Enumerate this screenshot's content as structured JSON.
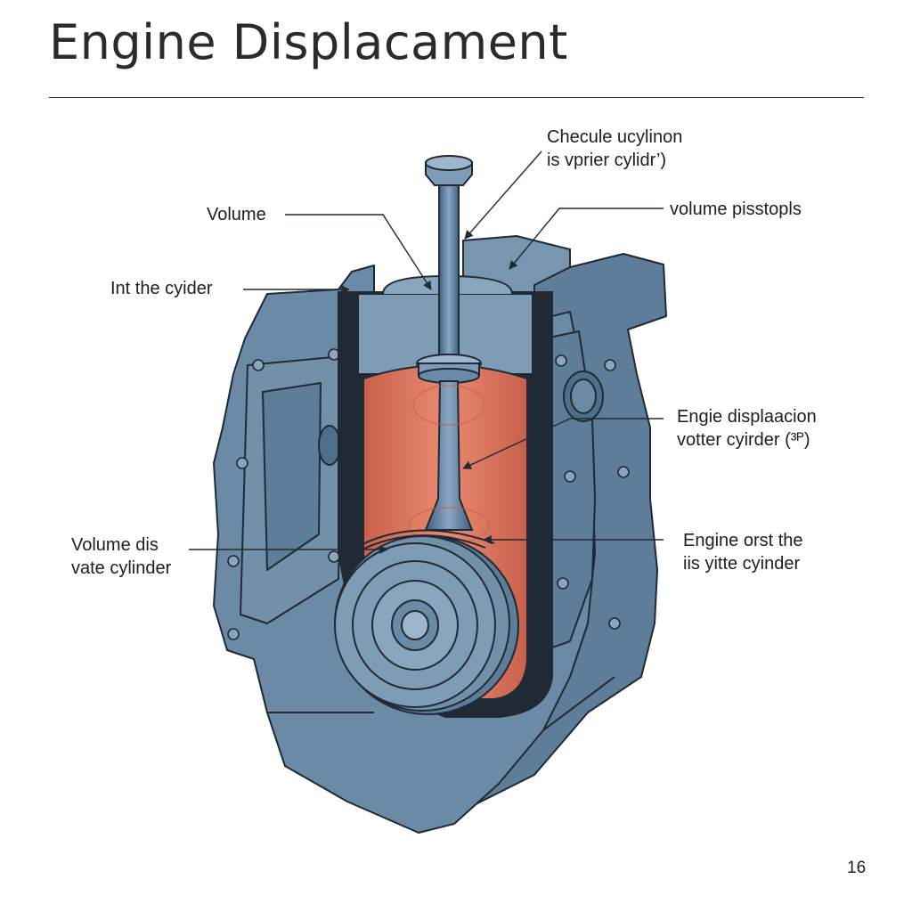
{
  "title": "Engine Displacament",
  "page_number": "16",
  "labels": {
    "top_right_1": "Checule ucylinon\nis vprier cylidr’)",
    "top_right_2": "volume pisstopls",
    "volume": "Volume",
    "int_the_cylinder": "Int the cyider",
    "right_middle": "Engie displaacion\nvotter cyirder (³ᴾ)",
    "left_bottom": "Volume dis\nvate cylinder",
    "right_bottom": "Engine orst the\niis yitte cyinder"
  },
  "colors": {
    "block": "#6a8aa6",
    "block_dark": "#4f6e8a",
    "cylinder_fill": "#e07a62",
    "outline": "#1f2a35"
  }
}
